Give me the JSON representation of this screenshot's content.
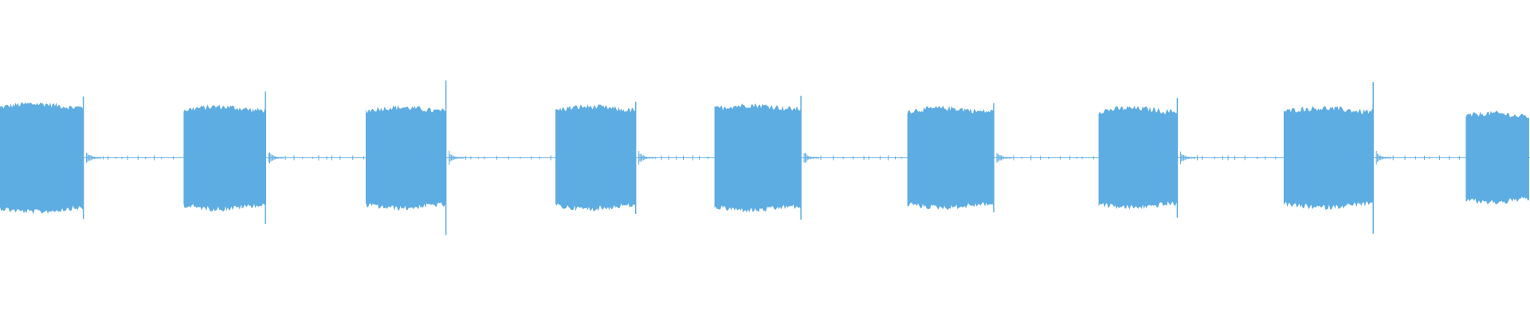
{
  "waveform": {
    "color": "#5DACE2",
    "background": "#FFFFFF",
    "segments": [
      {
        "kind": "tone",
        "start": 0.0,
        "end": 0.055,
        "amplitude": 0.7,
        "end_spike": 0.75
      },
      {
        "kind": "tone",
        "start": 0.12,
        "end": 0.174,
        "amplitude": 0.66,
        "end_spike": 0.82
      },
      {
        "kind": "tone",
        "start": 0.239,
        "end": 0.292,
        "amplitude": 0.65,
        "end_spike": 0.97
      },
      {
        "kind": "tone",
        "start": 0.363,
        "end": 0.416,
        "amplitude": 0.66,
        "end_spike": 0.68
      },
      {
        "kind": "tone",
        "start": 0.467,
        "end": 0.524,
        "amplitude": 0.68,
        "end_spike": 0.76
      },
      {
        "kind": "tone",
        "start": 0.593,
        "end": 0.65,
        "amplitude": 0.64,
        "end_spike": 0.66
      },
      {
        "kind": "tone",
        "start": 0.718,
        "end": 0.77,
        "amplitude": 0.64,
        "end_spike": 0.73
      },
      {
        "kind": "tone",
        "start": 0.839,
        "end": 0.898,
        "amplitude": 0.64,
        "end_spike": 0.95
      },
      {
        "kind": "tone",
        "start": 0.958,
        "end": 1.0,
        "amplitude": 0.57,
        "end_spike": 0.73
      }
    ],
    "silence_level": 0.012
  }
}
